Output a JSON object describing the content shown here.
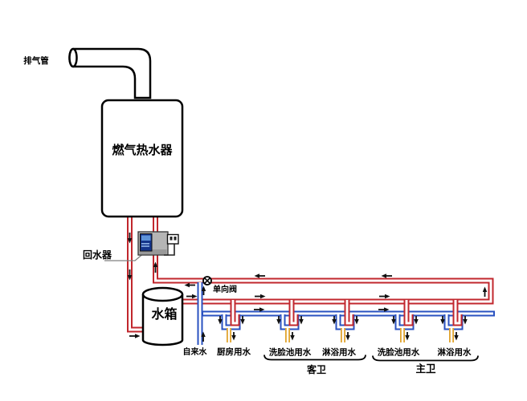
{
  "labels": {
    "exhaust_pipe": "排气管",
    "water_heater": "燃气热水器",
    "return_water_device": "回水器",
    "check_valve": "单向阀",
    "water_tank": "水箱",
    "tap_water": "自来水"
  },
  "fixtures": [
    {
      "label": "厨房用水"
    },
    {
      "label": "洗脸池用水"
    },
    {
      "label": "淋浴用水"
    },
    {
      "label": "洗脸池用水"
    },
    {
      "label": "淋浴用水"
    }
  ],
  "groups": [
    {
      "label": "客卫"
    },
    {
      "label": "主卫"
    }
  ],
  "colors": {
    "hot_water_pipe": "#c1272d",
    "cold_water_pipe": "#2a52c0",
    "fixture_hose": "#e0a32e",
    "outline": "#000000",
    "arrow": "#111111",
    "device_body": "#b5b5b5",
    "device_screen": "#13338a",
    "background": "#ffffff"
  }
}
